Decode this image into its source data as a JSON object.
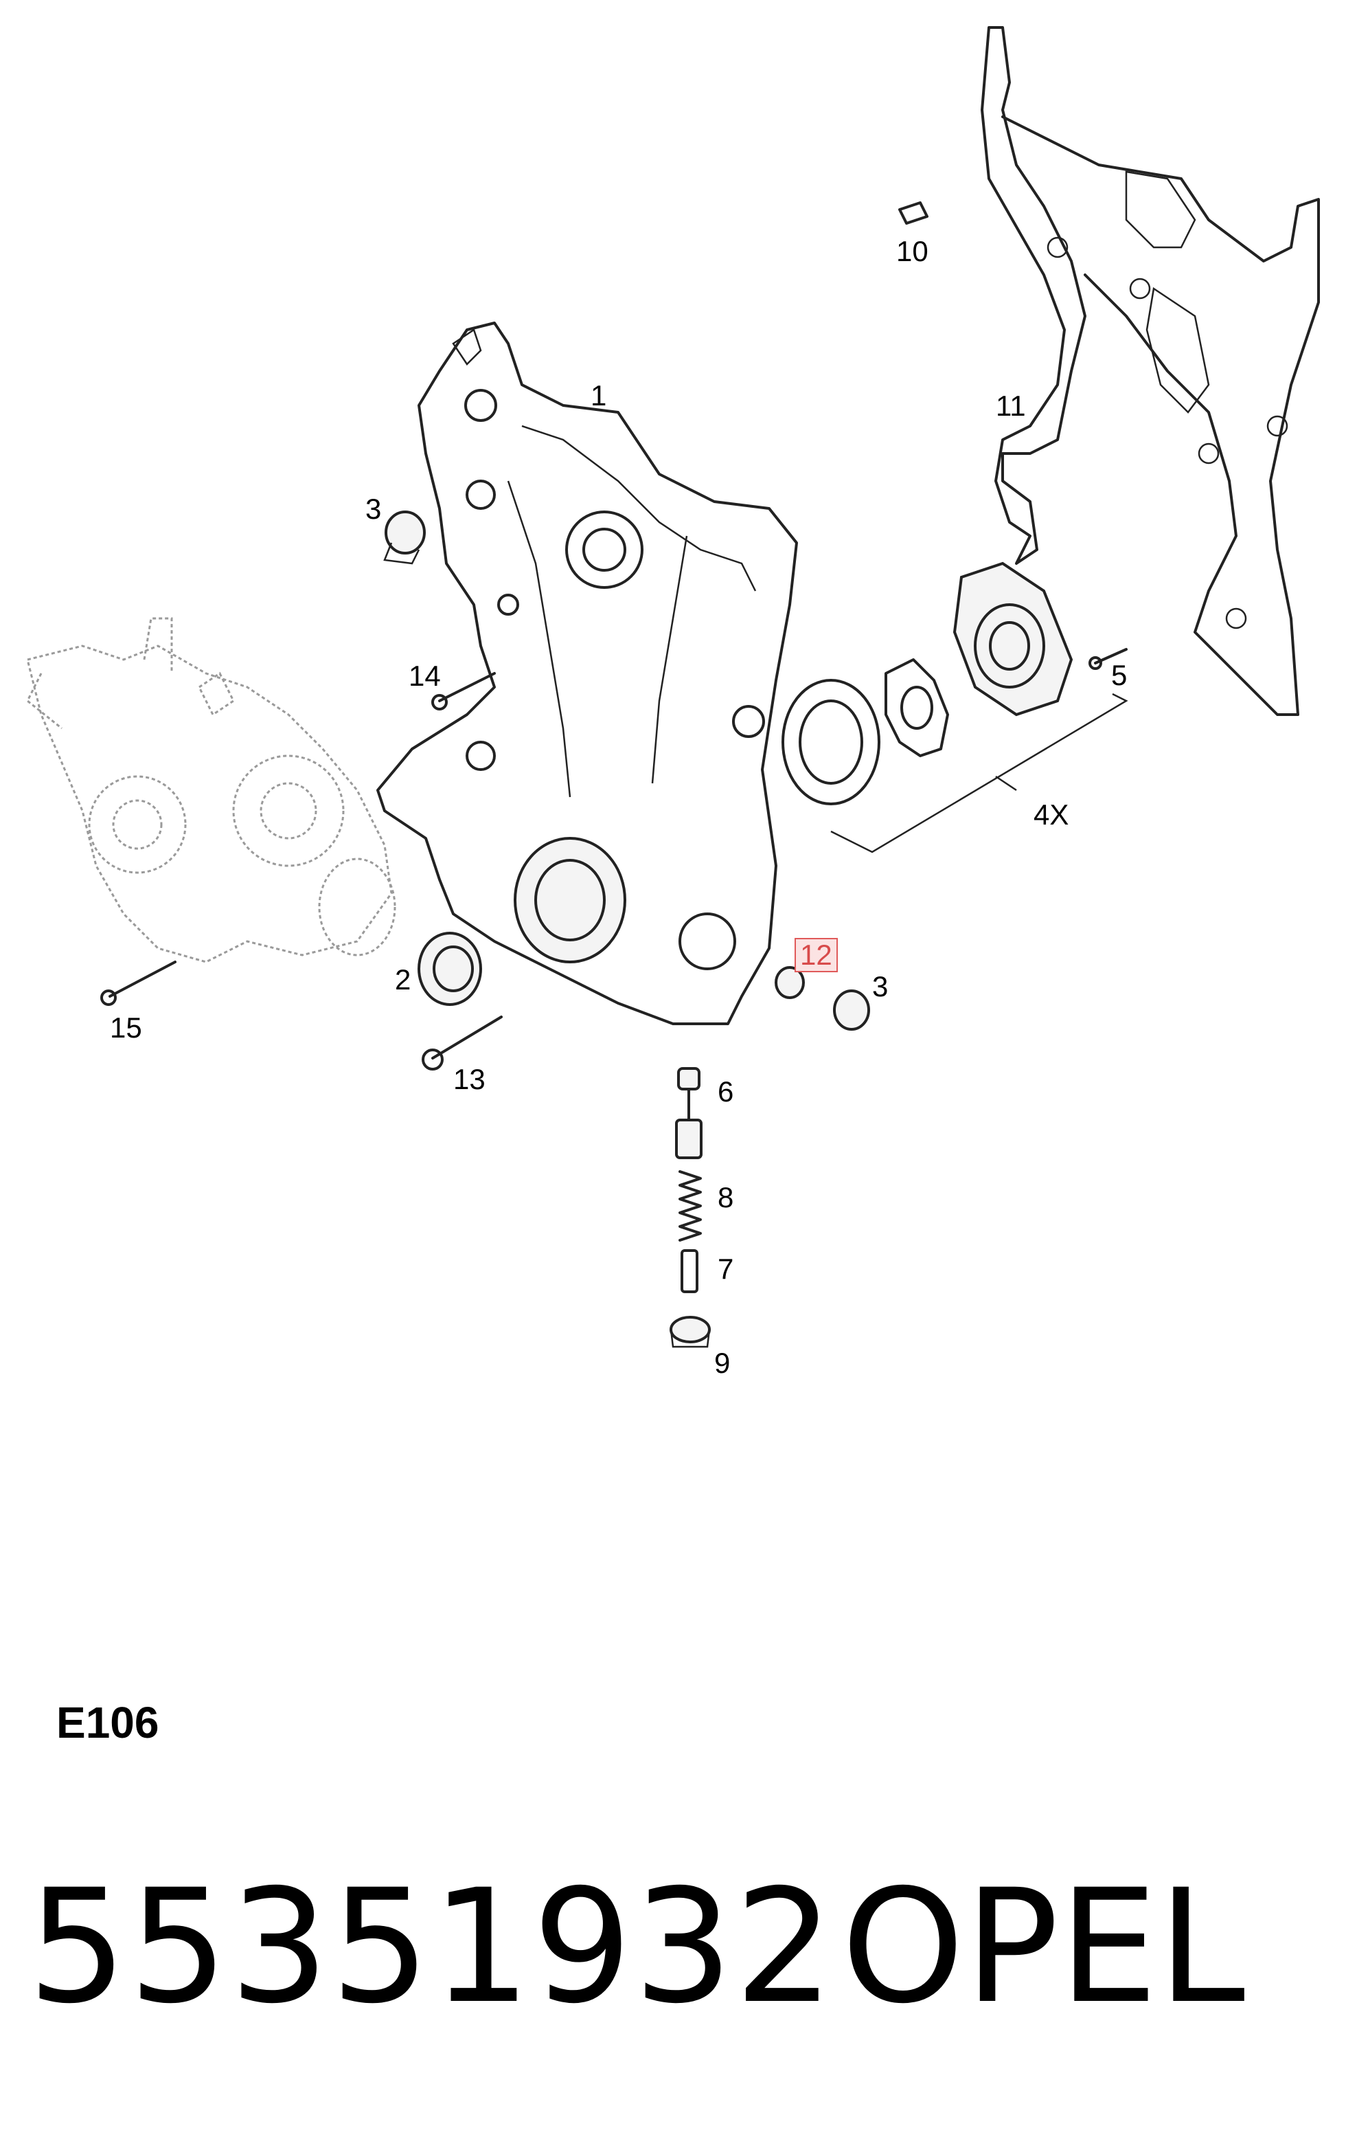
{
  "diagram": {
    "code": "E106",
    "callouts": [
      {
        "id": "c1",
        "label": "1"
      },
      {
        "id": "c2",
        "label": "2"
      },
      {
        "id": "c3a",
        "label": "3"
      },
      {
        "id": "c3b",
        "label": "3"
      },
      {
        "id": "c4x",
        "label": "4X"
      },
      {
        "id": "c5",
        "label": "5"
      },
      {
        "id": "c6",
        "label": "6"
      },
      {
        "id": "c7",
        "label": "7"
      },
      {
        "id": "c8",
        "label": "8"
      },
      {
        "id": "c9",
        "label": "9"
      },
      {
        "id": "c10",
        "label": "10"
      },
      {
        "id": "c11",
        "label": "11"
      },
      {
        "id": "c12",
        "label": "12"
      },
      {
        "id": "c13",
        "label": "13"
      },
      {
        "id": "c14",
        "label": "14"
      },
      {
        "id": "c15",
        "label": "15"
      }
    ],
    "highlight_color": "#e05a5a"
  },
  "footer": {
    "part_number": "55351932",
    "brand": "OPEL"
  }
}
